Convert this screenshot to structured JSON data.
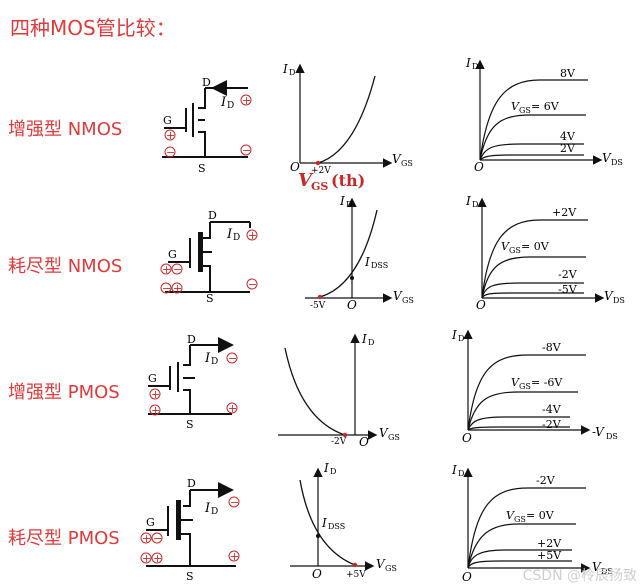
{
  "heading": "四种MOS管比较：",
  "rows": [
    {
      "label": "增强型 NMOS",
      "circuit": {
        "d": "D",
        "g": "G",
        "s": "S",
        "id": "I",
        "id_sub": "D",
        "marks": [
          "+",
          "+",
          "−",
          "−"
        ]
      },
      "transfer": {
        "y": "I",
        "y_sub": "D",
        "origin": "O",
        "tick": "+2V",
        "x": "V",
        "x_sub": "GS",
        "vth": "V",
        "vth_sub": "GS",
        "vth_tail": "(th)"
      },
      "output": {
        "y": "I",
        "y_sub": "D",
        "origin": "O",
        "x": "V",
        "x_sub": "DS",
        "curves": [
          {
            "label": "8V"
          },
          {
            "label": "= 6V",
            "prefix": "V",
            "prefix_sub": "GS"
          },
          {
            "label": "4V"
          },
          {
            "label": "2V"
          }
        ]
      }
    },
    {
      "label": "耗尽型 NMOS",
      "circuit": {
        "d": "D",
        "g": "G",
        "s": "S",
        "id": "I",
        "id_sub": "D",
        "marks": [
          "+",
          "+",
          "−",
          "−",
          "+",
          "−"
        ]
      },
      "transfer": {
        "y": "I",
        "y_sub": "D",
        "origin": "O",
        "tick": "-5V",
        "x": "V",
        "x_sub": "GS",
        "idss": "I",
        "idss_sub": "DSS"
      },
      "output": {
        "y": "I",
        "y_sub": "D",
        "origin": "O",
        "x": "V",
        "x_sub": "DS",
        "curves": [
          {
            "label": "+2V"
          },
          {
            "label": "= 0V",
            "prefix": "V",
            "prefix_sub": "GS"
          },
          {
            "label": "-2V"
          },
          {
            "label": "-5V"
          }
        ]
      }
    },
    {
      "label": "增强型 PMOS",
      "circuit": {
        "d": "D",
        "g": "G",
        "s": "S",
        "id": "I",
        "id_sub": "D",
        "marks": [
          "−",
          "+",
          "+",
          "+"
        ]
      },
      "transfer": {
        "y": "I",
        "y_sub": "D",
        "origin": "O",
        "tick": "-2V",
        "x": "V",
        "x_sub": "GS"
      },
      "output": {
        "y": "I",
        "y_sub": "D",
        "origin": "O",
        "x": "-V",
        "x_sub": "DS",
        "curves": [
          {
            "label": "-8V"
          },
          {
            "label": "= -6V",
            "prefix": "V",
            "prefix_sub": "GS"
          },
          {
            "label": "-4V"
          },
          {
            "label": "-2V"
          }
        ]
      }
    },
    {
      "label": "耗尽型 PMOS",
      "circuit": {
        "d": "D",
        "g": "G",
        "s": "S",
        "id": "I",
        "id_sub": "D",
        "marks": [
          "−",
          "+",
          "−",
          "+",
          "+",
          "+"
        ]
      },
      "transfer": {
        "y": "I",
        "y_sub": "D",
        "origin": "O",
        "tick": "+5V",
        "x": "V",
        "x_sub": "GS",
        "idss": "I",
        "idss_sub": "DSS"
      },
      "output": {
        "y": "I",
        "y_sub": "D",
        "origin": "O",
        "x": "V",
        "x_sub": "DS",
        "curves": [
          {
            "label": "-2V"
          },
          {
            "label": "= 0V",
            "prefix": "V",
            "prefix_sub": "GS"
          },
          {
            "label": "+2V"
          },
          {
            "label": "+5V"
          }
        ]
      }
    }
  ],
  "watermark": "CSDN @柃辰扬致"
}
